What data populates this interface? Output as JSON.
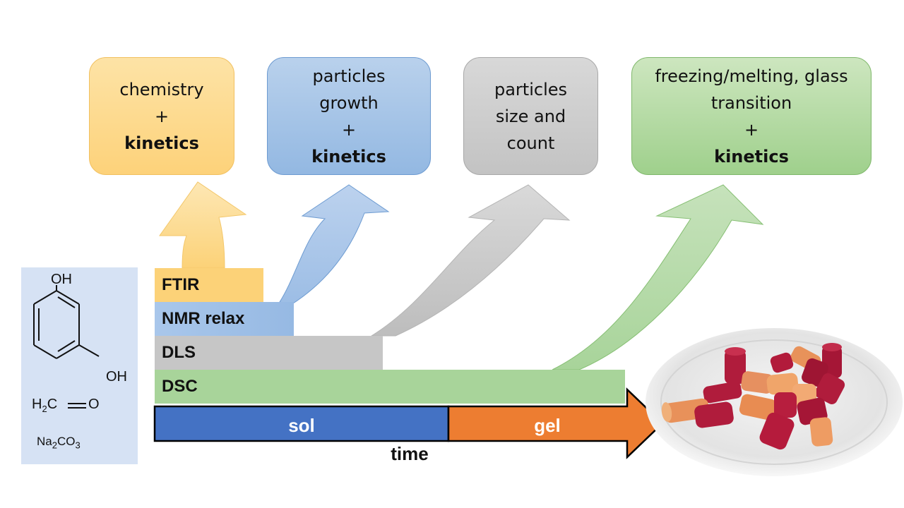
{
  "boxes": {
    "chemistry": {
      "line1": "chemistry",
      "plus": "+",
      "bold": "kinetics"
    },
    "particles_growth": {
      "line1": "particles",
      "line2": "growth",
      "plus": "+",
      "bold": "kinetics"
    },
    "particles_size": {
      "line1": "particles",
      "line2": "size and",
      "line3": "count"
    },
    "freezing": {
      "line1": "freezing/melting, glass",
      "line2": "transition",
      "plus": "+",
      "bold": "kinetics"
    }
  },
  "techniques": [
    "FTIR",
    "NMR relax",
    "DLS",
    "DSC"
  ],
  "timeline": {
    "sol": "sol",
    "gel": "gel",
    "axis": "time"
  },
  "reagents": {
    "oh_top": "OH",
    "oh_bottom": "OH",
    "h2": "H",
    "h2_sub": "2",
    "c": "C",
    "o": "O",
    "na": "Na",
    "na_sub": "2",
    "co": "CO",
    "co_sub": "3"
  },
  "colors": {
    "chemistry": "#fcd278",
    "particles_growth": "#9cbde5",
    "particles_size": "#c6c6c6",
    "freezing": "#a8d49a",
    "sol": "#4472c4",
    "gel": "#ed7d31"
  }
}
